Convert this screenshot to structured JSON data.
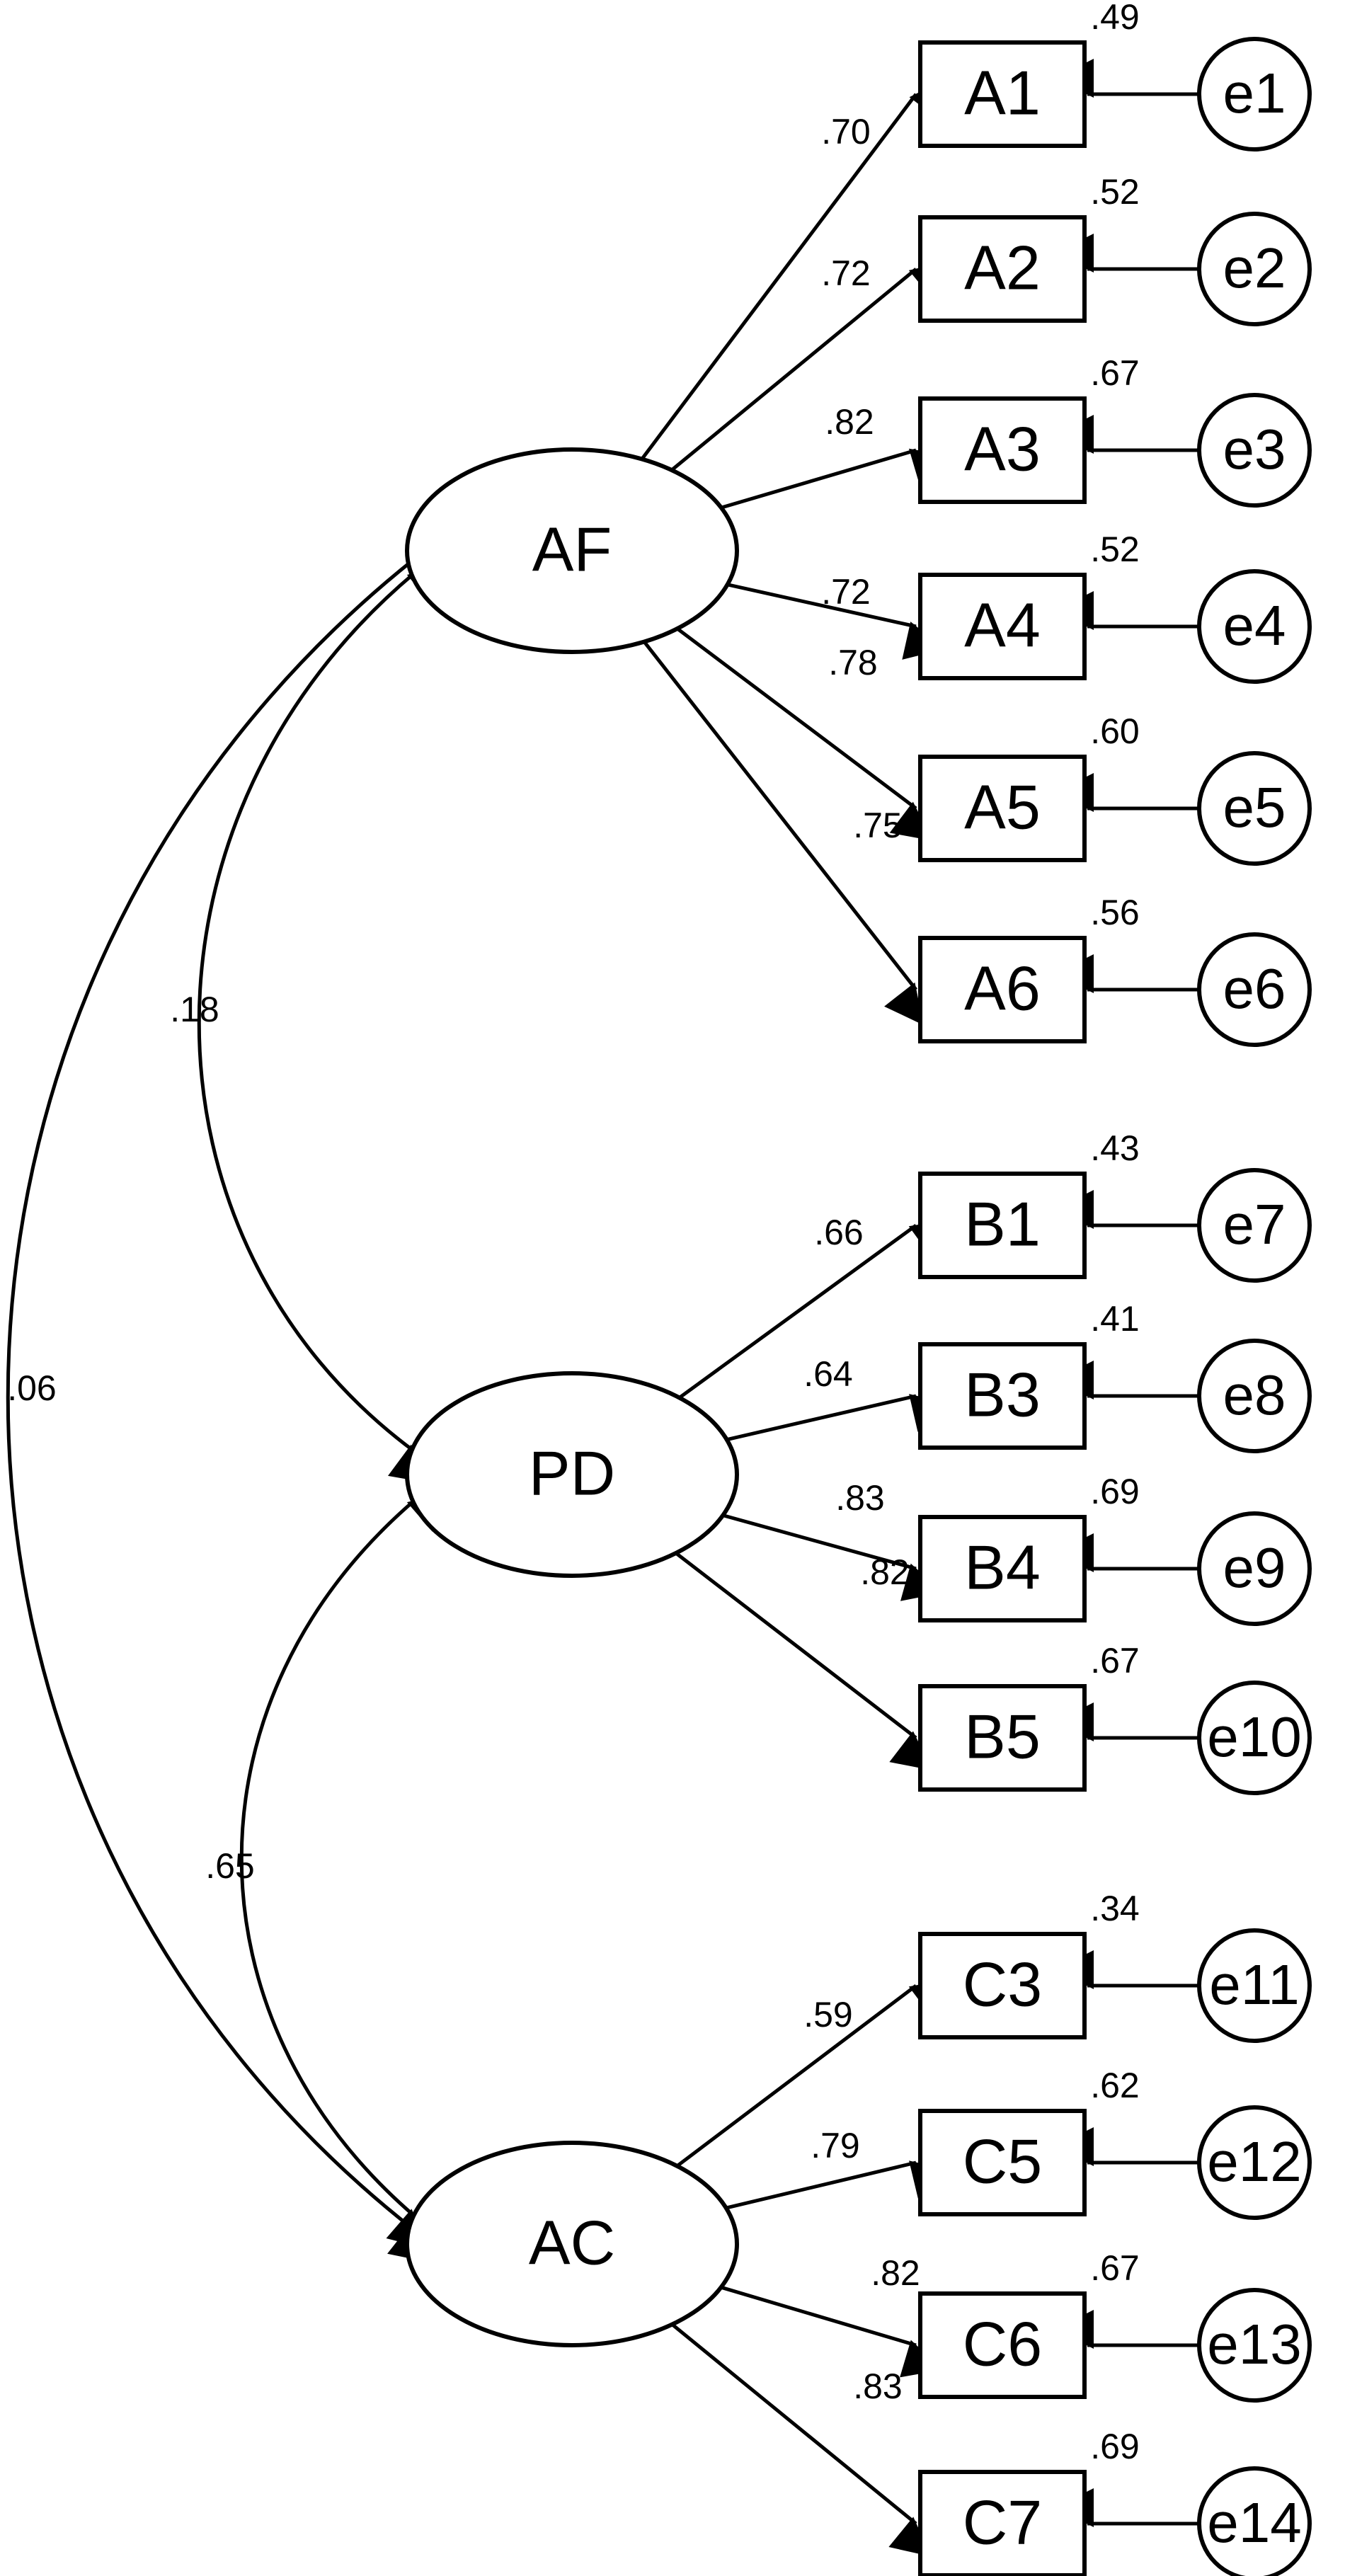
{
  "latent_factors": [
    {
      "id": "AF",
      "label": "AF"
    },
    {
      "id": "PD",
      "label": "PD"
    },
    {
      "id": "AC",
      "label": "AC"
    }
  ],
  "indicators": [
    {
      "label": "A1",
      "factor": "AF",
      "loading": ".70",
      "r2": ".49",
      "error": "e1"
    },
    {
      "label": "A2",
      "factor": "AF",
      "loading": ".72",
      "r2": ".52",
      "error": "e2"
    },
    {
      "label": "A3",
      "factor": "AF",
      "loading": ".82",
      "r2": ".67",
      "error": "e3"
    },
    {
      "label": "A4",
      "factor": "AF",
      "loading": ".72",
      "r2": ".52",
      "error": "e4"
    },
    {
      "label": "A5",
      "factor": "AF",
      "loading": ".78",
      "r2": ".60",
      "error": "e5"
    },
    {
      "label": "A6",
      "factor": "AF",
      "loading": ".75",
      "r2": ".56",
      "error": "e6"
    },
    {
      "label": "B1",
      "factor": "PD",
      "loading": ".66",
      "r2": ".43",
      "error": "e7"
    },
    {
      "label": "B3",
      "factor": "PD",
      "loading": ".64",
      "r2": ".41",
      "error": "e8"
    },
    {
      "label": "B4",
      "factor": "PD",
      "loading": ".83",
      "r2": ".69",
      "error": "e9"
    },
    {
      "label": "B5",
      "factor": "PD",
      "loading": ".82",
      "r2": ".67",
      "error": "e10"
    },
    {
      "label": "C3",
      "factor": "AC",
      "loading": ".59",
      "r2": ".34",
      "error": "e11"
    },
    {
      "label": "C5",
      "factor": "AC",
      "loading": ".79",
      "r2": ".62",
      "error": "e12"
    },
    {
      "label": "C6",
      "factor": "AC",
      "loading": ".82",
      "r2": ".67",
      "error": "e13"
    },
    {
      "label": "C7",
      "factor": "AC",
      "loading": ".83",
      "r2": ".69",
      "error": "e14"
    }
  ],
  "correlations": [
    {
      "from": "AF",
      "to": "PD",
      "value": ".18"
    },
    {
      "from": "PD",
      "to": "AC",
      "value": ".65"
    },
    {
      "from": "AF",
      "to": "AC",
      "value": ".06"
    }
  ]
}
